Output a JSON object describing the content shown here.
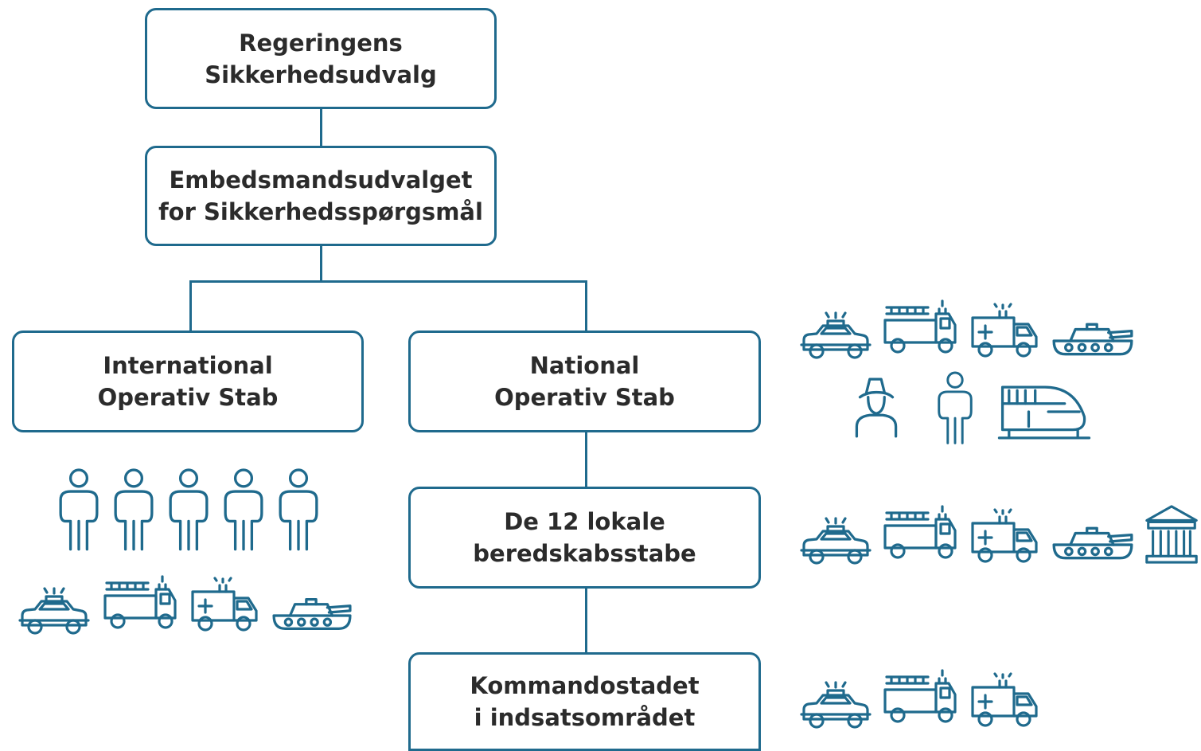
{
  "org_chart": {
    "top": {
      "line1": "Regeringens",
      "line2": "Sikkerhedsudvalg"
    },
    "committee": {
      "line1": "Embedsmandsudvalget",
      "line2": "for Sikkerhedsspørgsmål"
    },
    "international": {
      "line1": "International",
      "line2": "Operativ Stab"
    },
    "national": {
      "line1": "National",
      "line2": "Operativ Stab"
    },
    "local": {
      "line1": "De 12 lokale",
      "line2": "beredskabsstabe"
    },
    "command": {
      "line1": "Kommandostadet",
      "line2": "i indsatsområdet"
    }
  },
  "icon_groups": {
    "international": [
      "person-icon",
      "person-icon",
      "person-icon",
      "person-icon",
      "person-icon",
      "police-car-icon",
      "fire-truck-icon",
      "ambulance-icon",
      "tank-icon"
    ],
    "national": [
      "police-car-icon",
      "fire-truck-icon",
      "ambulance-icon",
      "tank-icon",
      "hat-person-icon",
      "person-icon",
      "train-icon"
    ],
    "local": [
      "police-car-icon",
      "fire-truck-icon",
      "ambulance-icon",
      "tank-icon",
      "government-building-icon"
    ],
    "command": [
      "police-car-icon",
      "fire-truck-icon",
      "ambulance-icon"
    ]
  },
  "colors": {
    "accent": "#1f6a8d",
    "text": "#2b2b2b"
  }
}
